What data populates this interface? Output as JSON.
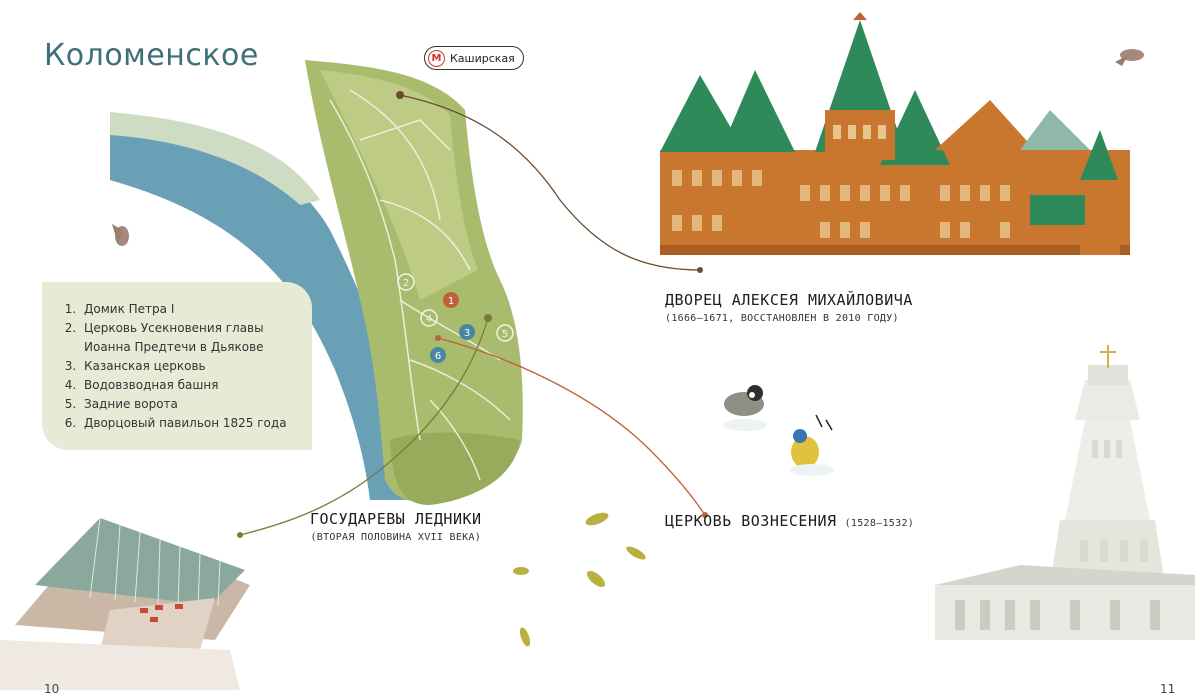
{
  "page": {
    "title": "Коломенское",
    "metro": {
      "icon": "metro-icon",
      "symbol": "М",
      "station": "Каширская"
    },
    "page_left": "10",
    "page_right": "11"
  },
  "legend": {
    "items": [
      "Домик Петра I",
      "Церковь Усекновения главы Иоанна Предтечи в Дьякове",
      "Казанская церковь",
      "Водовзводная башня",
      "Задние ворота",
      "Дворцовый павильон 1825 года"
    ]
  },
  "map": {
    "markers": [
      "1",
      "2",
      "3",
      "4",
      "5",
      "6"
    ]
  },
  "captions": {
    "palace": {
      "title": "Дворец Алексея Михайловича",
      "subtitle": "(1666–1671, восстановлен в 2010 году)"
    },
    "glaciers": {
      "title": "Государевы ледники",
      "subtitle": "(вторая половина XVII века)"
    },
    "church": {
      "title": "Церковь Вознесения",
      "years": "(1528–1532)"
    }
  },
  "colors": {
    "title": "#3f6f7a",
    "map_green": "#a9bb6c",
    "river": "#4f8fa8",
    "legend_bg": "#e7ebd5",
    "leader_line": "#6b4a2e"
  }
}
